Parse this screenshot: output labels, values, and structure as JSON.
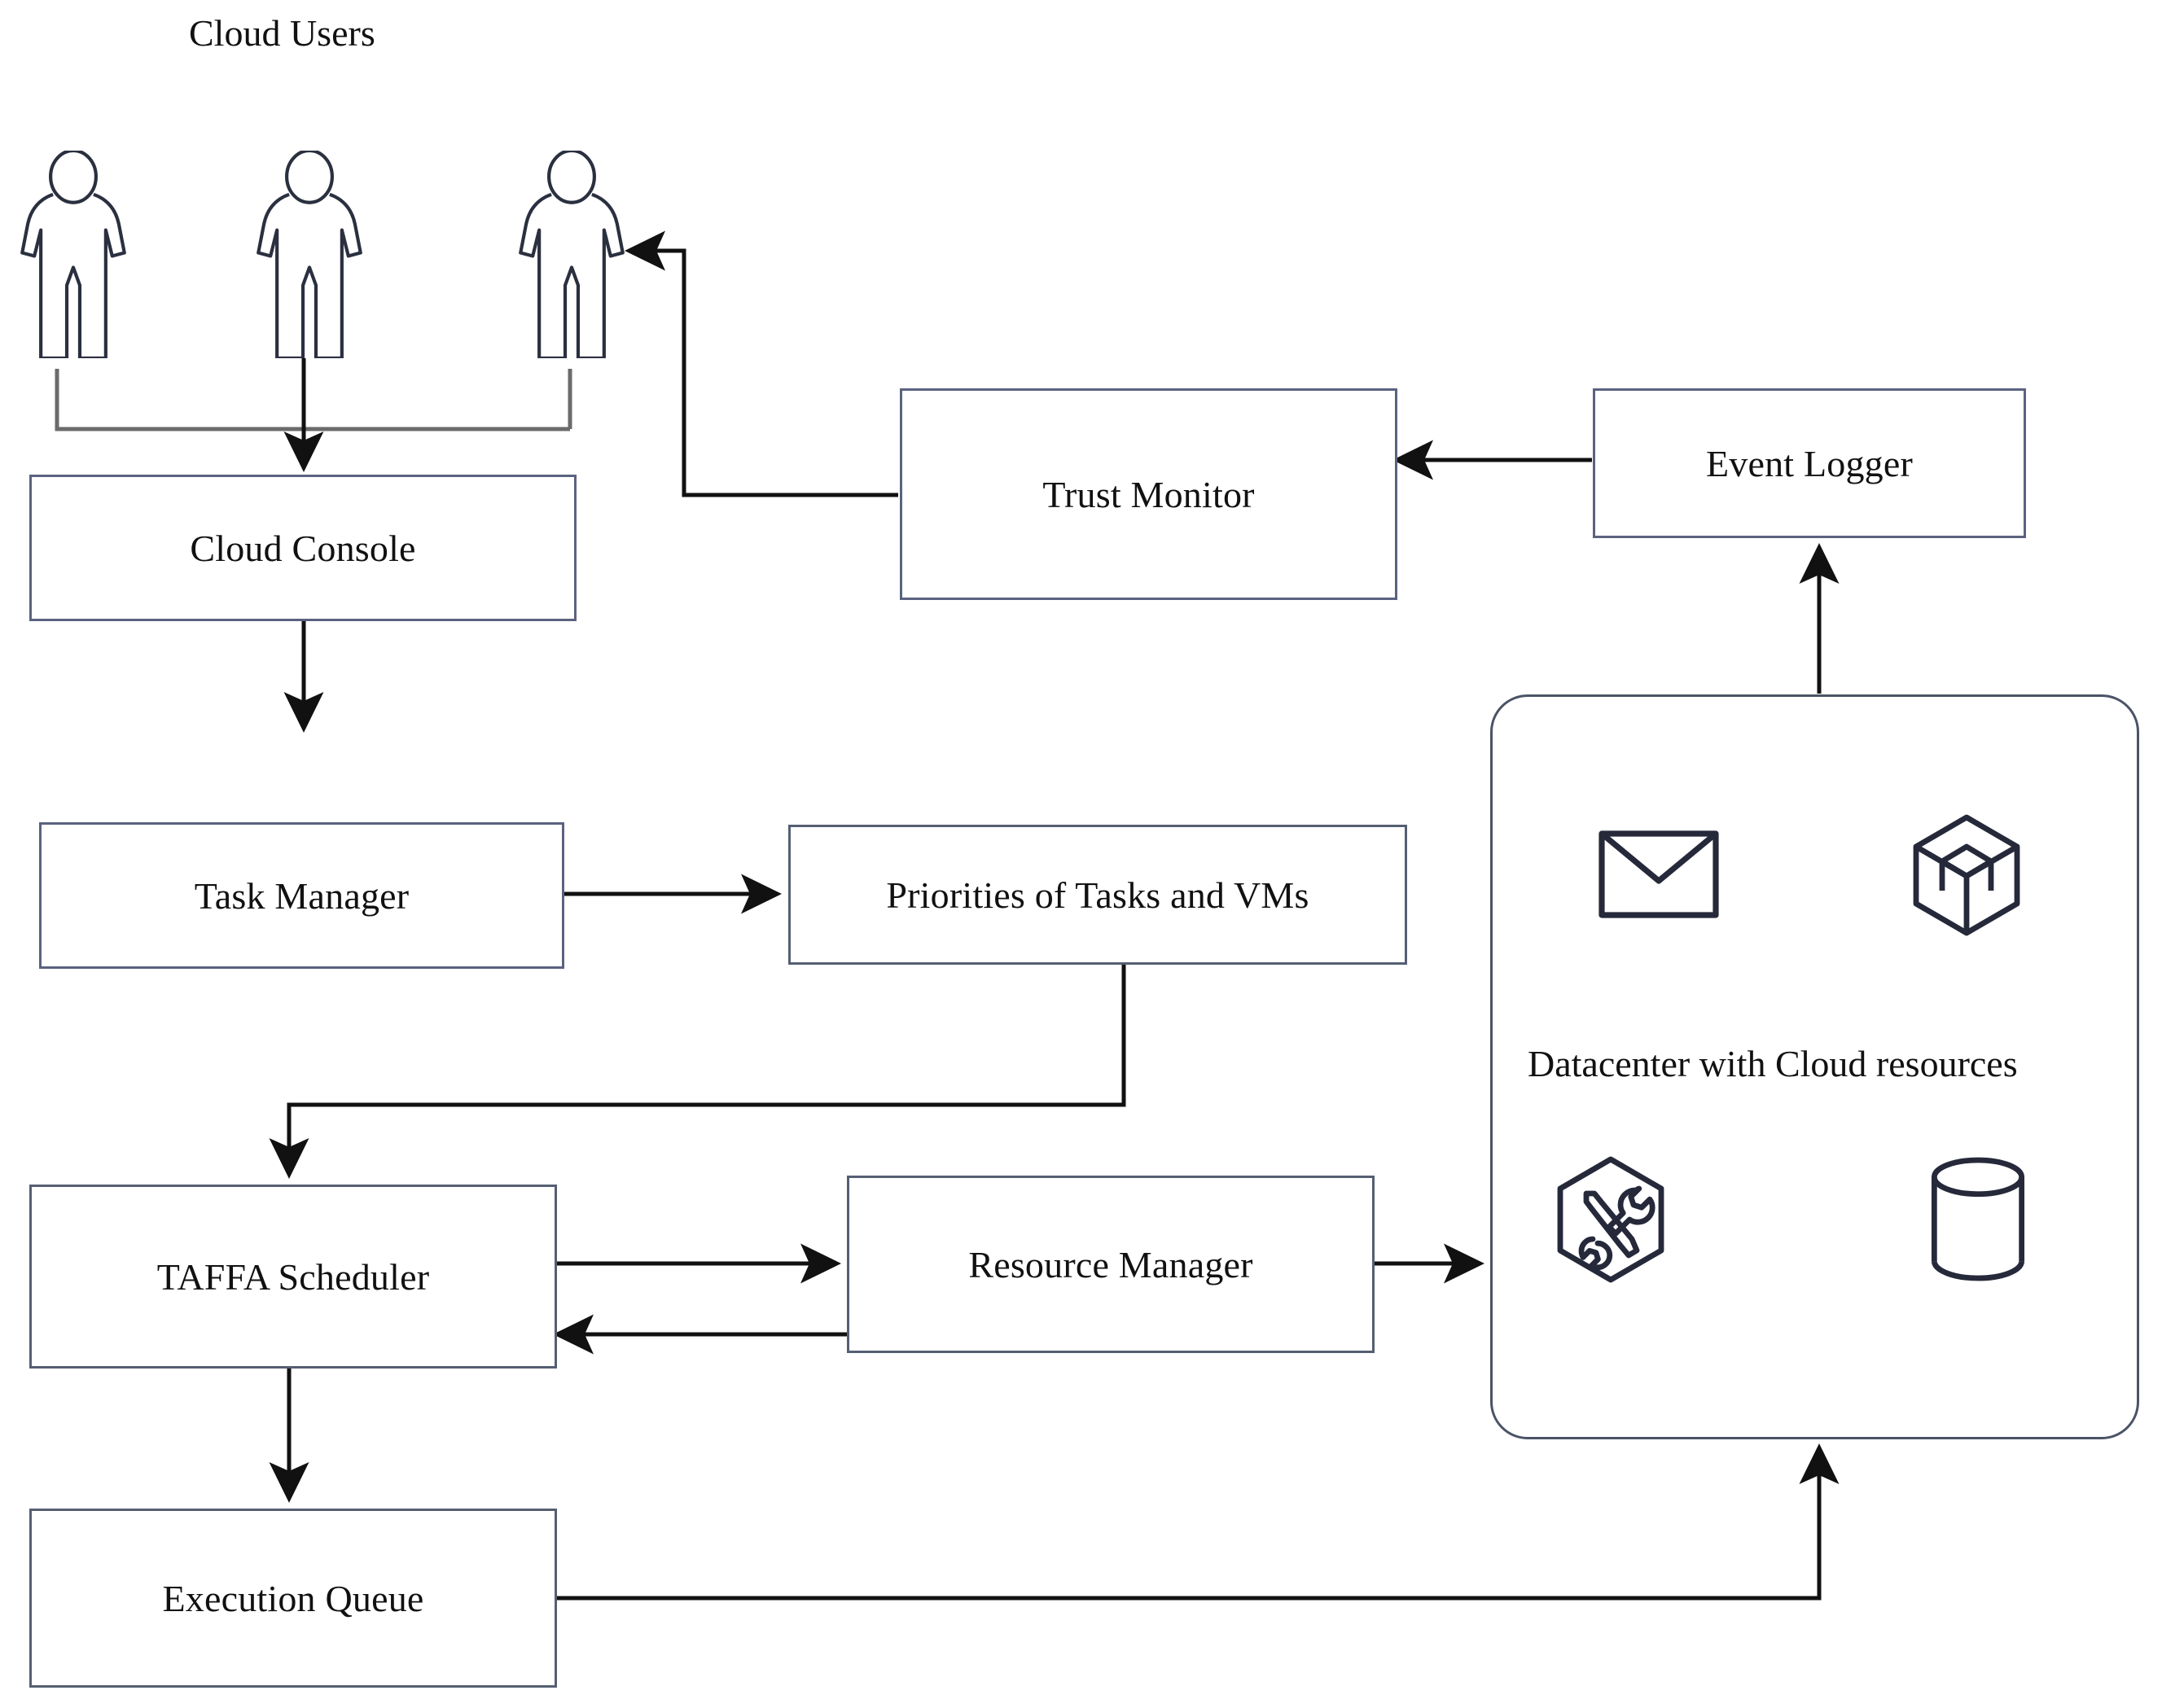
{
  "diagram": {
    "title": "",
    "type": "architecture-flow-diagram",
    "colors": {
      "box_border": "#555f72",
      "box_border_blue": "#5b6280",
      "arrow": "#5a5a5a",
      "arrow_head": "#1a1a1a",
      "text": "#111111",
      "icon": "#25293a",
      "background": "#ffffff"
    },
    "users_group": {
      "label": "Cloud Users",
      "count": 3,
      "person_icon_name": "person-figure-icon"
    },
    "nodes": [
      {
        "id": "cloud-console",
        "label": "Cloud Console",
        "shape": "rect"
      },
      {
        "id": "task-manager",
        "label": "Task Manager",
        "shape": "rect"
      },
      {
        "id": "priorities",
        "label": "Priorities of Tasks and VMs",
        "shape": "rect"
      },
      {
        "id": "taffa-scheduler",
        "label": "TAFFA Scheduler",
        "shape": "rect"
      },
      {
        "id": "resource-manager",
        "label": "Resource Manager",
        "shape": "rect"
      },
      {
        "id": "execution-queue",
        "label": "Execution Queue",
        "shape": "rect"
      },
      {
        "id": "trust-monitor",
        "label": "Trust Monitor",
        "shape": "rect"
      },
      {
        "id": "event-logger",
        "label": "Event Logger",
        "shape": "rect"
      },
      {
        "id": "datacenter",
        "label": "Datacenter with Cloud resources",
        "shape": "rounded-rect"
      }
    ],
    "datacenter": {
      "label": "Datacenter with Cloud resources",
      "icons": [
        {
          "name": "envelope-icon",
          "meaning": "mail / messaging service"
        },
        {
          "name": "cube-box-icon",
          "meaning": "container / virtual machine"
        },
        {
          "name": "hexagon-tools-icon",
          "meaning": "maintenance / services"
        },
        {
          "name": "database-cylinder-icon",
          "meaning": "storage / database"
        }
      ]
    },
    "edges": [
      {
        "from": "cloud-users",
        "to": "cloud-console",
        "arrow": "single"
      },
      {
        "from": "cloud-console",
        "to": "task-manager",
        "arrow": "single"
      },
      {
        "from": "task-manager",
        "to": "priorities",
        "arrow": "single"
      },
      {
        "from": "priorities",
        "to": "taffa-scheduler",
        "arrow": "single"
      },
      {
        "from": "taffa-scheduler",
        "to": "resource-manager",
        "arrow": "single"
      },
      {
        "from": "resource-manager",
        "to": "taffa-scheduler",
        "arrow": "single"
      },
      {
        "from": "resource-manager",
        "to": "datacenter",
        "arrow": "single"
      },
      {
        "from": "taffa-scheduler",
        "to": "execution-queue",
        "arrow": "single"
      },
      {
        "from": "execution-queue",
        "to": "datacenter",
        "arrow": "single"
      },
      {
        "from": "datacenter",
        "to": "event-logger",
        "arrow": "single"
      },
      {
        "from": "event-logger",
        "to": "trust-monitor",
        "arrow": "single"
      },
      {
        "from": "trust-monitor",
        "to": "cloud-users",
        "arrow": "single"
      }
    ]
  }
}
